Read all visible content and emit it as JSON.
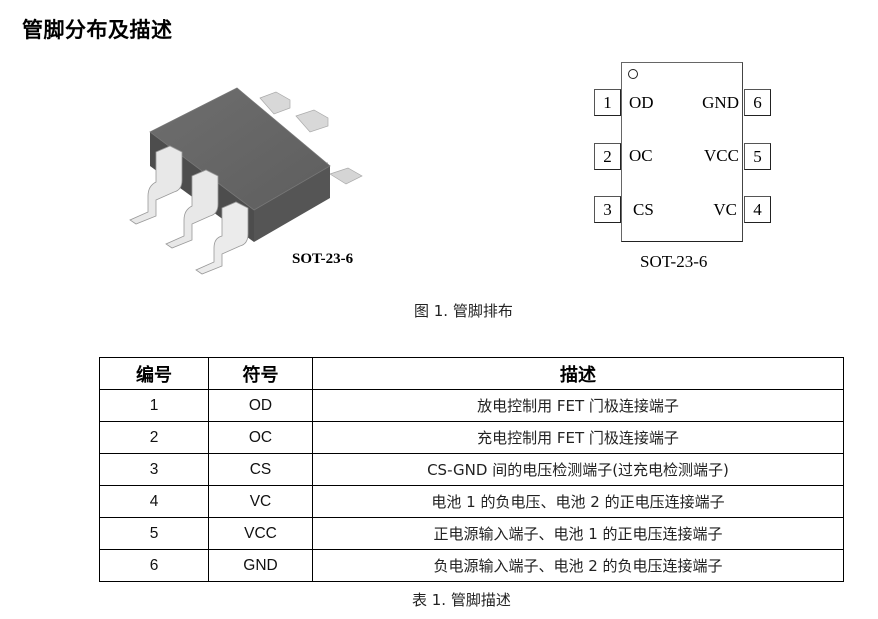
{
  "section": {
    "title": "管脚分布及描述"
  },
  "figure": {
    "package_render": {
      "label": "SOT-23-6"
    },
    "pinout": {
      "label": "SOT-23-6",
      "pins_left": [
        {
          "number": "1",
          "name": "OD"
        },
        {
          "number": "2",
          "name": "OC"
        },
        {
          "number": "3",
          "name": "CS"
        }
      ],
      "pins_right": [
        {
          "number": "6",
          "name": "GND"
        },
        {
          "number": "5",
          "name": "VCC"
        },
        {
          "number": "4",
          "name": "VC"
        }
      ]
    },
    "caption": "图 1. 管脚排布"
  },
  "table": {
    "headers": [
      "编号",
      "符号",
      "描述"
    ],
    "rows": [
      {
        "number": "1",
        "symbol": "OD",
        "description": "放电控制用 FET 门极连接端子"
      },
      {
        "number": "2",
        "symbol": "OC",
        "description": "充电控制用 FET 门极连接端子"
      },
      {
        "number": "3",
        "symbol": "CS",
        "description": "CS-GND 间的电压检测端子(过充电检测端子)"
      },
      {
        "number": "4",
        "symbol": "VC",
        "description": "电池 1 的负电压、电池 2 的正电压连接端子"
      },
      {
        "number": "5",
        "symbol": "VCC",
        "description": "正电源输入端子、电池 1 的正电压连接端子"
      },
      {
        "number": "6",
        "symbol": "GND",
        "description": "负电源输入端子、电池 2 的负电压连接端子"
      }
    ],
    "caption": "表 1. 管脚描述"
  }
}
